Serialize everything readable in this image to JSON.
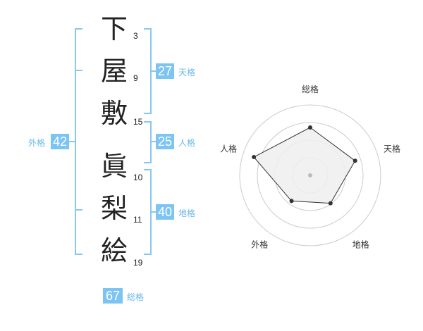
{
  "characters": [
    {
      "char": "下",
      "strokes": "3"
    },
    {
      "char": "屋",
      "strokes": "9"
    },
    {
      "char": "敷",
      "strokes": "15"
    },
    {
      "char": "眞",
      "strokes": "10"
    },
    {
      "char": "梨",
      "strokes": "11"
    },
    {
      "char": "絵",
      "strokes": "19"
    }
  ],
  "fortunes": {
    "tenkaku": {
      "value": "27",
      "label": "天格"
    },
    "jinkaku": {
      "value": "25",
      "label": "人格"
    },
    "chikaku": {
      "value": "40",
      "label": "地格"
    },
    "gaikaku": {
      "value": "42",
      "label": "外格"
    },
    "soukaku": {
      "value": "67",
      "label": "総格"
    }
  },
  "radar": {
    "axes": [
      "総格",
      "天格",
      "地格",
      "外格",
      "人格"
    ],
    "values": [
      0.68,
      0.67,
      0.49,
      0.45,
      0.84
    ],
    "fill": "#eeeeee",
    "ring_color": "#cccccc",
    "line_color": "#333333"
  }
}
